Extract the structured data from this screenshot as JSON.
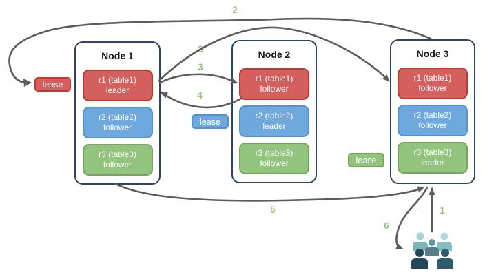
{
  "nodes": [
    {
      "title": "Node 1",
      "ranges": [
        {
          "line1": "r1 (table1)",
          "line2": "leader",
          "color": "red"
        },
        {
          "line1": "r2 (table2)",
          "line2": "follower",
          "color": "blue"
        },
        {
          "line1": "r3 (table3)",
          "line2": "follower",
          "color": "green"
        }
      ]
    },
    {
      "title": "Node 2",
      "ranges": [
        {
          "line1": "r1 (table1)",
          "line2": "follower",
          "color": "red"
        },
        {
          "line1": "r2 (table2)",
          "line2": "leader",
          "color": "blue"
        },
        {
          "line1": "r3 (table3)",
          "line2": "follower",
          "color": "green"
        }
      ]
    },
    {
      "title": "Node 3",
      "ranges": [
        {
          "line1": "r1 (table1)",
          "line2": "follower",
          "color": "red"
        },
        {
          "line1": "r2 (table2)",
          "line2": "follower",
          "color": "blue"
        },
        {
          "line1": "r3 (table3)",
          "line2": "leader",
          "color": "green"
        }
      ]
    }
  ],
  "leases": {
    "red": {
      "label": "lease"
    },
    "blue": {
      "label": "lease"
    },
    "green": {
      "label": "lease"
    }
  },
  "steps": {
    "s1": "1",
    "s2": "2",
    "s3a": "3",
    "s3b": "3",
    "s4": "4",
    "s5": "5",
    "s6": "6"
  },
  "icons": {
    "users": "users-group-icon"
  },
  "colors": {
    "red_fill": "#d35f5e",
    "red_border": "#c0392f",
    "blue_fill": "#6fa8dc",
    "blue_border": "#4f94d0",
    "green_fill": "#93c47d",
    "green_border": "#76a65c",
    "node_border": "#2c4468",
    "arrow": "#5c5c5c",
    "step_label": "#93c47d",
    "title_text": "#1a1a1a",
    "box_text": "#ffffff",
    "u_back_head": "#a2d2d6",
    "u_back_body": "#7cb4b7",
    "u_back2_head": "#b0dbde",
    "u_back2_body": "#85bdc0",
    "u_mid_head": "#5d98a5",
    "u_mid_body": "#527e8d",
    "u_front_left": "#25455a",
    "u_front_right": "#2f5d6d"
  }
}
